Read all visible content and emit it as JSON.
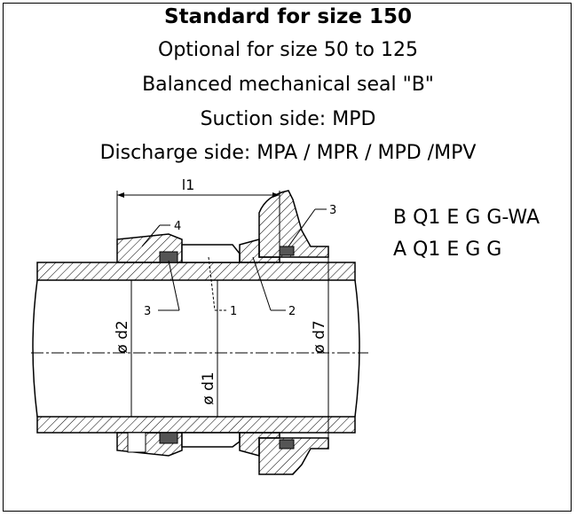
{
  "header": {
    "title": "Standard for size 150",
    "line2": "Optional for size 50 to 125",
    "line3": "Balanced mechanical seal  \"B\"",
    "line4": "Suction side: MPD",
    "line5": "Discharge side: MPA / MPR / MPD /MPV"
  },
  "codes": [
    "B Q1 E G G-WA",
    "A Q1 E G G"
  ],
  "labels": {
    "l1": "l1",
    "d1": "ø d1",
    "d2": "ø d2",
    "d7": "ø d7",
    "p1": "1",
    "p2": "2",
    "p3a": "3",
    "p3b": "3",
    "p4": "4"
  }
}
